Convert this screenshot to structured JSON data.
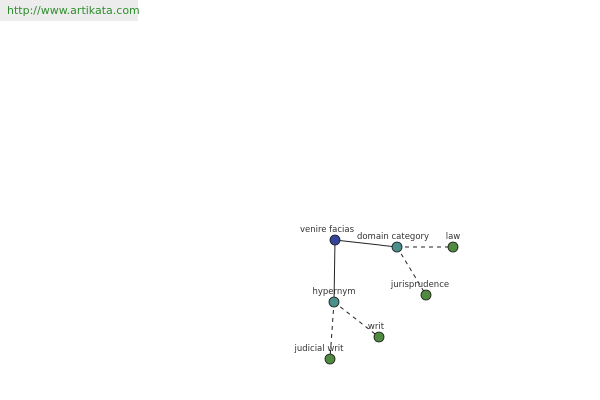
{
  "banner": {
    "url": "http://www.artikata.com"
  },
  "colors": {
    "root_node": "#35469a",
    "relation_node": "#4a8f8a",
    "leaf_node": "#4f8a3f",
    "edge": "#222222"
  },
  "graph": {
    "nodes": [
      {
        "id": "venire-facias",
        "label": "venire facias",
        "kind": "root"
      },
      {
        "id": "domain-category",
        "label": "domain category",
        "kind": "relation"
      },
      {
        "id": "law",
        "label": "law",
        "kind": "leaf"
      },
      {
        "id": "jurisprudence",
        "label": "jurisprudence",
        "kind": "leaf"
      },
      {
        "id": "hypernym",
        "label": "hypernym",
        "kind": "relation"
      },
      {
        "id": "writ",
        "label": "writ",
        "kind": "leaf"
      },
      {
        "id": "judicial-writ",
        "label": "judicial writ",
        "kind": "leaf"
      }
    ],
    "edges": [
      {
        "from": "venire-facias",
        "to": "domain-category",
        "style": "solid"
      },
      {
        "from": "venire-facias",
        "to": "hypernym",
        "style": "solid"
      },
      {
        "from": "domain-category",
        "to": "law",
        "style": "dashed"
      },
      {
        "from": "domain-category",
        "to": "jurisprudence",
        "style": "dashed"
      },
      {
        "from": "hypernym",
        "to": "writ",
        "style": "dashed"
      },
      {
        "from": "hypernym",
        "to": "judicial-writ",
        "style": "dashed"
      }
    ]
  }
}
